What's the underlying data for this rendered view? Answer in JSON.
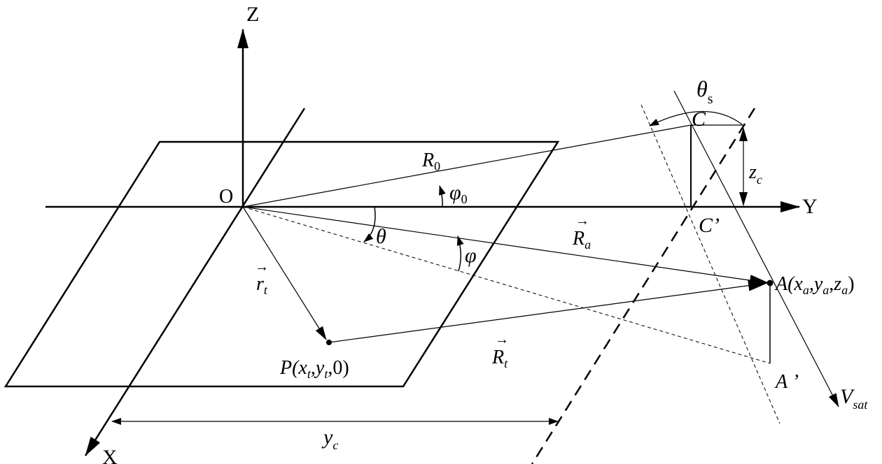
{
  "axes": {
    "z": "Z",
    "y": "Y",
    "x": "X",
    "origin": "O"
  },
  "labels": {
    "R0": "R",
    "R0_sub": "0",
    "phi0": "φ",
    "phi0_sub": "0",
    "Ra": "R",
    "Ra_sub": "a",
    "theta": "θ",
    "phi": "φ",
    "rt": "r",
    "rt_sub": "t",
    "Rt": "R",
    "Rt_sub": "t",
    "P": "P(x",
    "P_t1": "t",
    "P_mid": ",y",
    "P_t2": "t",
    "P_end": ",0)",
    "A": "A(x",
    "A_a1": "a",
    "A_c1": ",y",
    "A_a2": "a",
    "A_c2": ",z",
    "A_a3": "a",
    "A_end": ")",
    "A_prime": "A ’",
    "C": "C",
    "C_prime": "C’",
    "zc": "z",
    "zc_sub": "c",
    "theta_s": "θ",
    "theta_s_sub": "s",
    "Vsat": "V",
    "Vsat_sub": "sat",
    "yc": "y",
    "yc_sub": "c",
    "vec": "→"
  }
}
